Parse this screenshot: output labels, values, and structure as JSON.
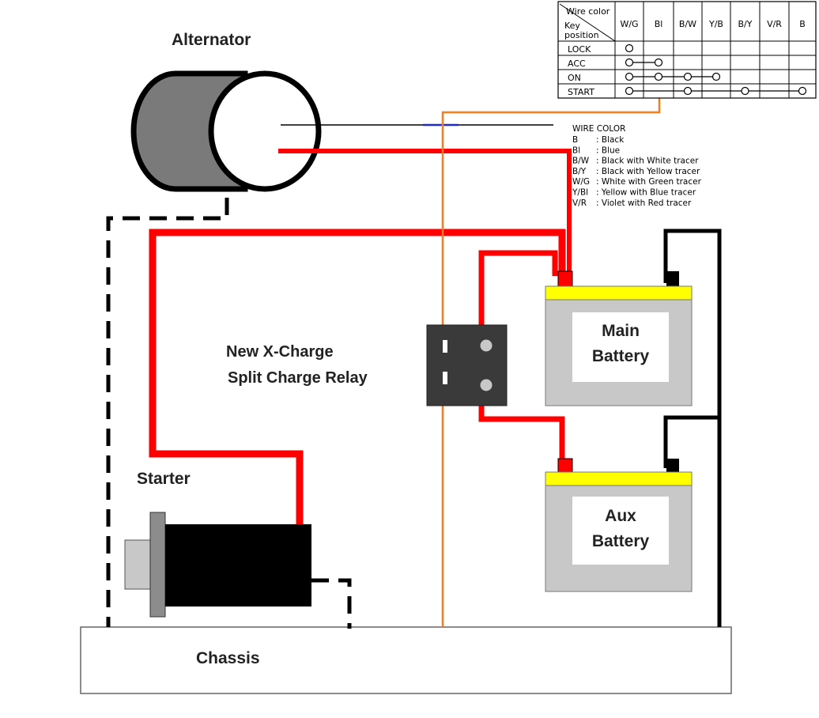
{
  "labels": {
    "alternator": "Alternator",
    "relay_line1": "New X-Charge",
    "relay_line2": "Split Charge Relay",
    "starter": "Starter",
    "chassis": "Chassis",
    "main_battery_line1": "Main",
    "main_battery_line2": "Battery",
    "aux_battery_line1": "Aux",
    "aux_battery_line2": "Battery"
  },
  "key_table": {
    "corner_top": "Wire color",
    "corner_bottom_1": "Key",
    "corner_bottom_2": "position",
    "columns": [
      "W/G",
      "Bl",
      "B/W",
      "Y/B",
      "B/Y",
      "V/R",
      "B"
    ],
    "rows": [
      {
        "label": "LOCK"
      },
      {
        "label": "ACC"
      },
      {
        "label": "ON"
      },
      {
        "label": "START"
      }
    ]
  },
  "wire_color_legend": {
    "title": "WIRE COLOR",
    "entries": [
      {
        "code": "B",
        "desc": ": Black"
      },
      {
        "code": "Bl",
        "desc": ": Blue"
      },
      {
        "code": "B/W",
        "desc": ": Black with White tracer"
      },
      {
        "code": "B/Y",
        "desc": ": Black with Yellow tracer"
      },
      {
        "code": "W/G",
        "desc": ": White with Green tracer"
      },
      {
        "code": "Y/Bl",
        "desc": ": Yellow with Blue tracer"
      },
      {
        "code": "V/R",
        "desc": ": Violet with Red tracer"
      }
    ]
  },
  "colors": {
    "positive_wire": "#ff0000",
    "ground_wire": "#000000",
    "ignition_wire": "#ff7a1a",
    "battery_top": "#ffff00",
    "battery_body": "#c8c8c8",
    "alternator_body": "#7a7a7a",
    "relay_body": "#3a3a3a"
  }
}
